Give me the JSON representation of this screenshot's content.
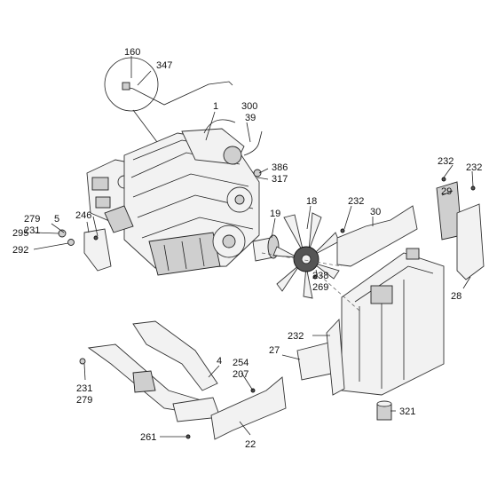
{
  "labels": {
    "l160": "160",
    "l347": "347",
    "l1": "1",
    "l300": "300",
    "l39": "39",
    "l386": "386",
    "l317": "317",
    "l232a": "232",
    "l232b": "232",
    "l29": "29",
    "l279a": "279",
    "l231a": "231",
    "l5": "5",
    "l246": "246",
    "l295": "295",
    "l292": "292",
    "l19": "19",
    "l18": "18",
    "l232c": "232",
    "l30": "30",
    "l28": "28",
    "l238": "238",
    "l269": "269",
    "l232d": "232",
    "l27": "27",
    "l4": "4",
    "l254": "254",
    "l207": "207",
    "l231b": "231",
    "l279b": "279",
    "l321": "321",
    "l22": "22",
    "l261": "261"
  }
}
